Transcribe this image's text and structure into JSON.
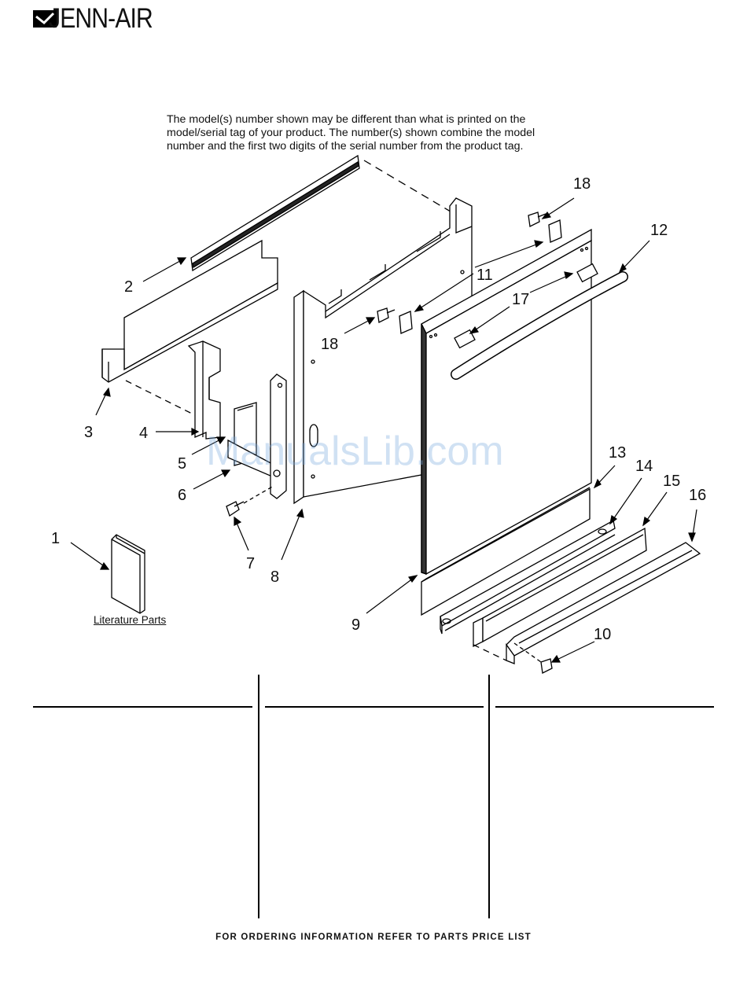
{
  "brand": {
    "name": "JENN-AIR",
    "registered_mark": "®"
  },
  "disclaimer": [
    "The model(s) number shown may be different than what is printed on the",
    "model/serial tag of your product. The number(s) shown combine the model",
    "number and the first two digits of the serial number from the product tag."
  ],
  "callouts": {
    "c1": "1",
    "c2": "2",
    "c3": "3",
    "c4": "4",
    "c5": "5",
    "c6": "6",
    "c7": "7",
    "c8": "8",
    "c9": "9",
    "c10": "10",
    "c11": "11",
    "c12": "12",
    "c13": "13",
    "c14": "14",
    "c15": "15",
    "c16": "16",
    "c17": "17",
    "c18a": "18",
    "c18b": "18"
  },
  "literature_label": "Literature Parts",
  "watermark": "ManualsLib.com",
  "footer": "FOR ORDERING INFORMATION REFER TO PARTS PRICE LIST"
}
